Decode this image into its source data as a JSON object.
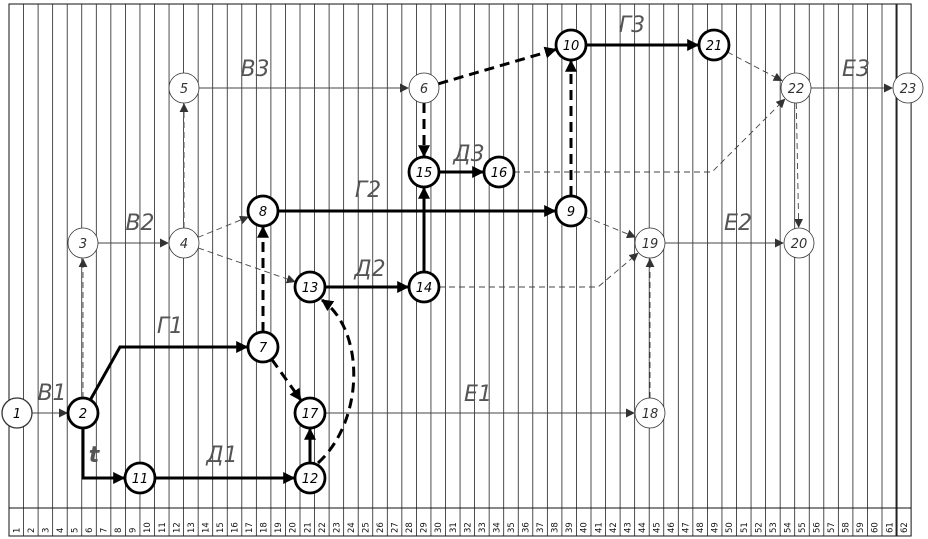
{
  "diagram": {
    "ticks": [
      "1",
      "2",
      "3",
      "4",
      "5",
      "6",
      "7",
      "8",
      "9",
      "10",
      "11",
      "12",
      "13",
      "14",
      "15",
      "16",
      "17",
      "18",
      "19",
      "20",
      "21",
      "22",
      "23",
      "24",
      "25",
      "26",
      "27",
      "28",
      "29",
      "30",
      "31",
      "32",
      "33",
      "34",
      "35",
      "36",
      "37",
      "38",
      "39",
      "40",
      "41",
      "42",
      "43",
      "44",
      "45",
      "46",
      "47",
      "48",
      "49",
      "50",
      "51",
      "52",
      "53",
      "54",
      "55",
      "56",
      "57",
      "58",
      "59",
      "60",
      "61",
      "62"
    ],
    "nodes": [
      {
        "id": "1",
        "label": "1",
        "emphasis": "normal"
      },
      {
        "id": "2",
        "label": "2",
        "emphasis": "critical"
      },
      {
        "id": "3",
        "label": "3",
        "emphasis": "light"
      },
      {
        "id": "4",
        "label": "4",
        "emphasis": "light"
      },
      {
        "id": "5",
        "label": "5",
        "emphasis": "light"
      },
      {
        "id": "6",
        "label": "6",
        "emphasis": "light"
      },
      {
        "id": "7",
        "label": "7",
        "emphasis": "critical"
      },
      {
        "id": "8",
        "label": "8",
        "emphasis": "critical"
      },
      {
        "id": "9",
        "label": "9",
        "emphasis": "critical"
      },
      {
        "id": "10",
        "label": "10",
        "emphasis": "critical"
      },
      {
        "id": "11",
        "label": "11",
        "emphasis": "critical"
      },
      {
        "id": "12",
        "label": "12",
        "emphasis": "critical"
      },
      {
        "id": "13",
        "label": "13",
        "emphasis": "critical"
      },
      {
        "id": "14",
        "label": "14",
        "emphasis": "critical"
      },
      {
        "id": "15",
        "label": "15",
        "emphasis": "critical"
      },
      {
        "id": "16",
        "label": "16",
        "emphasis": "critical"
      },
      {
        "id": "17",
        "label": "17",
        "emphasis": "critical"
      },
      {
        "id": "18",
        "label": "18",
        "emphasis": "light"
      },
      {
        "id": "19",
        "label": "19",
        "emphasis": "light"
      },
      {
        "id": "20",
        "label": "20",
        "emphasis": "light"
      },
      {
        "id": "21",
        "label": "21",
        "emphasis": "critical"
      },
      {
        "id": "22",
        "label": "22",
        "emphasis": "light"
      },
      {
        "id": "23",
        "label": "23",
        "emphasis": "light"
      }
    ],
    "edges": [
      {
        "from": "1",
        "to": "2",
        "label": "В1",
        "style": "thin"
      },
      {
        "from": "2",
        "to": "3",
        "label": "",
        "style": "thin-dashed"
      },
      {
        "from": "3",
        "to": "4",
        "label": "В2",
        "style": "thin"
      },
      {
        "from": "4",
        "to": "5",
        "label": "",
        "style": "thin-dashed"
      },
      {
        "from": "5",
        "to": "6",
        "label": "В3",
        "style": "thin"
      },
      {
        "from": "2",
        "to": "7",
        "label": "Г1",
        "style": "bold"
      },
      {
        "from": "2",
        "to": "11",
        "label": "t",
        "style": "bold"
      },
      {
        "from": "11",
        "to": "12",
        "label": "Д1",
        "style": "bold"
      },
      {
        "from": "12",
        "to": "17",
        "label": "",
        "style": "bold"
      },
      {
        "from": "12",
        "to": "13",
        "label": "",
        "style": "bold-dashed"
      },
      {
        "from": "7",
        "to": "8",
        "label": "",
        "style": "bold-dashed"
      },
      {
        "from": "7",
        "to": "17",
        "label": "",
        "style": "bold-dashed"
      },
      {
        "from": "4",
        "to": "8",
        "label": "",
        "style": "thin-dashed"
      },
      {
        "from": "4",
        "to": "13",
        "label": "",
        "style": "thin-dashed"
      },
      {
        "from": "8",
        "to": "9",
        "label": "Г2",
        "style": "bold"
      },
      {
        "from": "13",
        "to": "14",
        "label": "Д2",
        "style": "bold"
      },
      {
        "from": "14",
        "to": "15",
        "label": "",
        "style": "bold"
      },
      {
        "from": "6",
        "to": "15",
        "label": "",
        "style": "bold-dashed"
      },
      {
        "from": "15",
        "to": "16",
        "label": "Д3",
        "style": "bold"
      },
      {
        "from": "6",
        "to": "10",
        "label": "",
        "style": "bold-dashed"
      },
      {
        "from": "9",
        "to": "10",
        "label": "",
        "style": "bold-dashed"
      },
      {
        "from": "10",
        "to": "21",
        "label": "Г3",
        "style": "bold"
      },
      {
        "from": "21",
        "to": "22",
        "label": "",
        "style": "thin-dashed"
      },
      {
        "from": "16",
        "to": "22",
        "label": "",
        "style": "thin-dashed"
      },
      {
        "from": "22",
        "to": "23",
        "label": "Е3",
        "style": "thin"
      },
      {
        "from": "22",
        "to": "20",
        "label": "",
        "style": "thin-dashed"
      },
      {
        "from": "9",
        "to": "19",
        "label": "",
        "style": "thin-dashed"
      },
      {
        "from": "14",
        "to": "19",
        "label": "",
        "style": "thin-dashed"
      },
      {
        "from": "19",
        "to": "20",
        "label": "Е2",
        "style": "thin"
      },
      {
        "from": "17",
        "to": "18",
        "label": "Е1",
        "style": "thin"
      },
      {
        "from": "18",
        "to": "19",
        "label": "",
        "style": "thin-dashed"
      }
    ]
  }
}
